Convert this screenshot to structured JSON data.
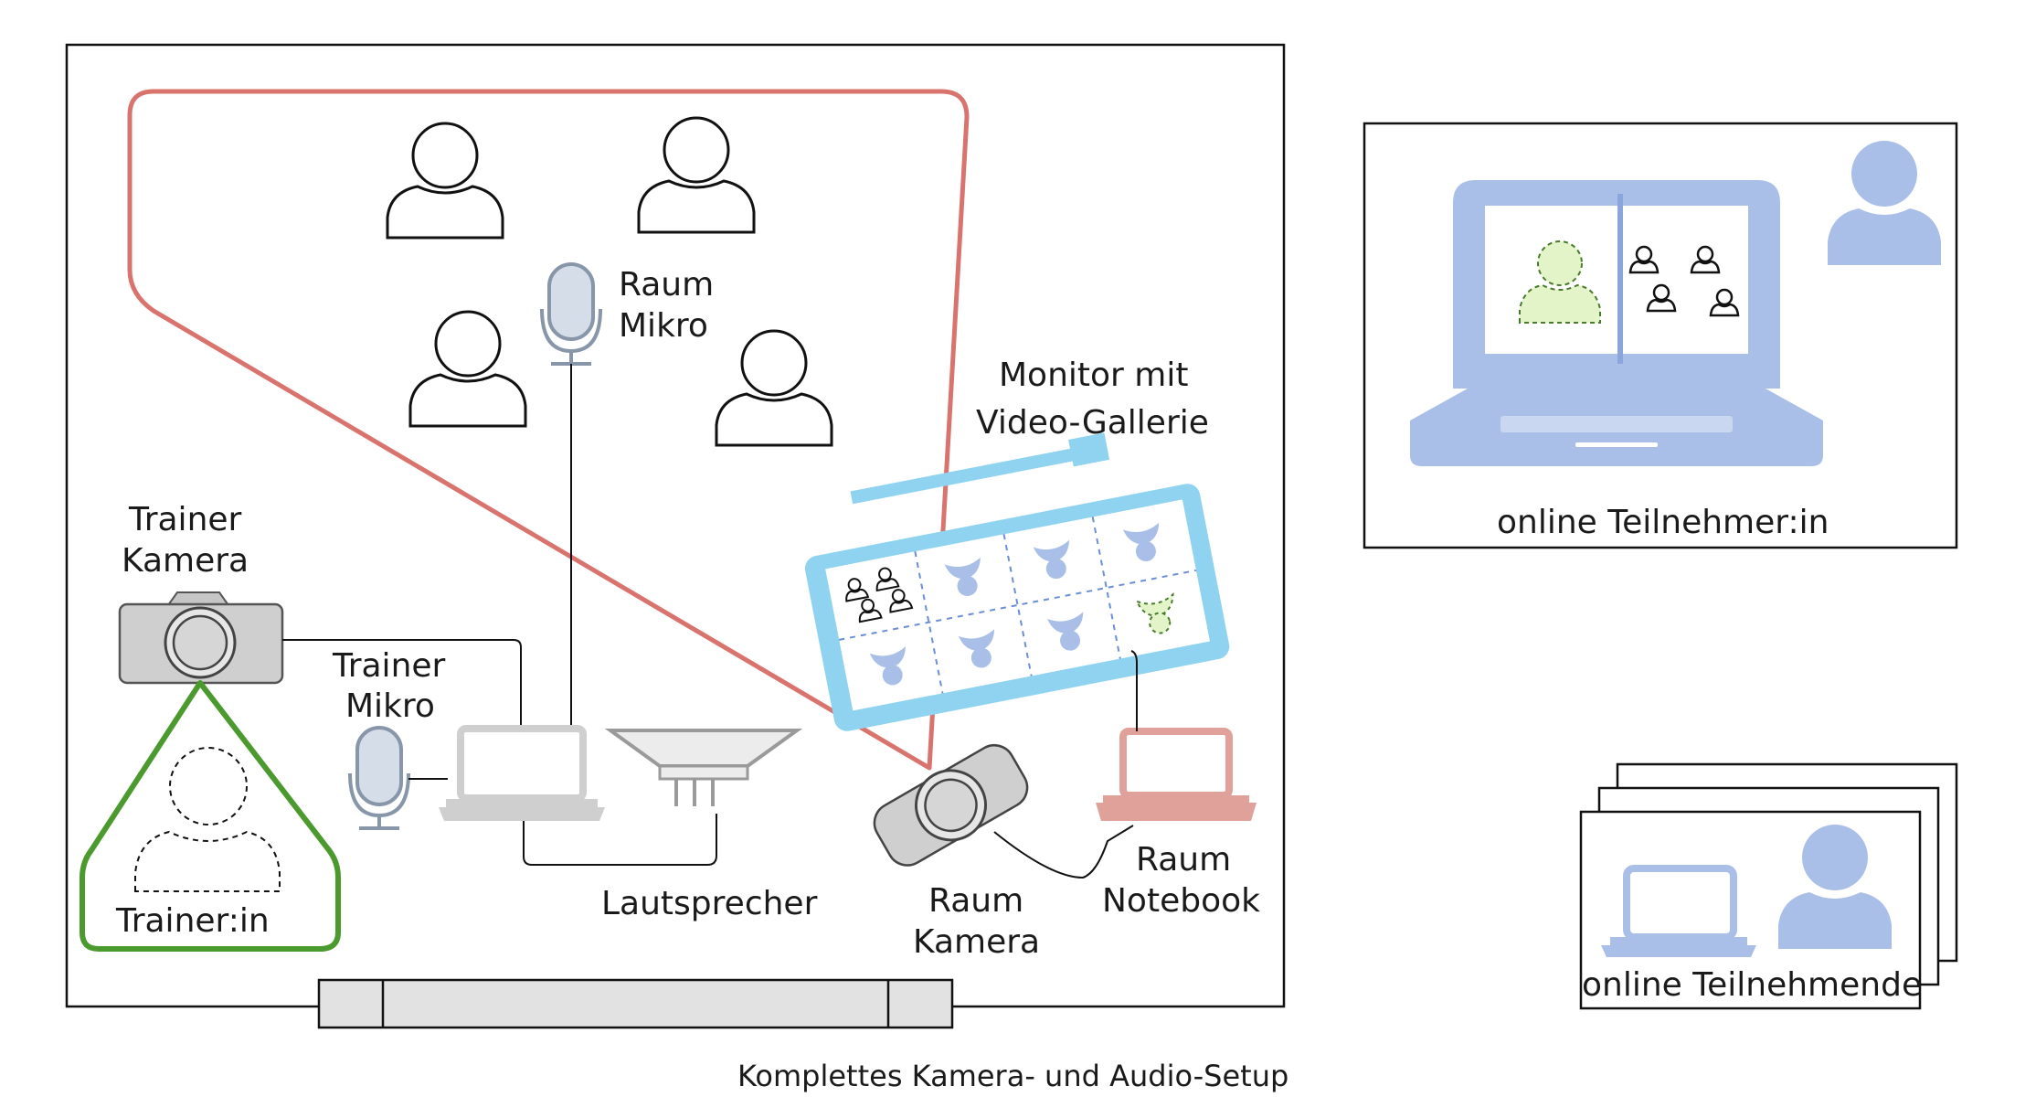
{
  "labels": {
    "raum_mikro": [
      "Raum",
      "Mikro"
    ],
    "monitor": [
      "Monitor mit",
      "Video-Gallerie"
    ],
    "trainer_kamera": [
      "Trainer",
      "Kamera"
    ],
    "trainer_mikro": [
      "Trainer",
      "Mikro"
    ],
    "trainer_in": "Trainer:in",
    "lautsprecher": "Lautsprecher",
    "raum_kamera": [
      "Raum",
      "Kamera"
    ],
    "raum_notebook": [
      "Raum",
      "Notebook"
    ],
    "online_teilnehmer_in": "online Teilnehmer:in",
    "online_teilnehmende": "online Teilnehmende",
    "caption": "Komplettes Kamera- und Audio-Setup"
  },
  "colors": {
    "camera_view_room": "#d9736e",
    "camera_view_trainer": "#4a9a2e",
    "monitor": "#8fd3f0",
    "laptop_online": "#a9bfe8",
    "person_online": "#a9bfe8",
    "room_notebook": "#e1a19b",
    "highlight_green": "#e3f5c8",
    "device_gray": "#cfcfcf"
  },
  "icons": [
    "person-icon",
    "microphone-icon",
    "camera-icon",
    "laptop-icon",
    "speaker-icon",
    "monitor-icon",
    "webcam-icon"
  ]
}
